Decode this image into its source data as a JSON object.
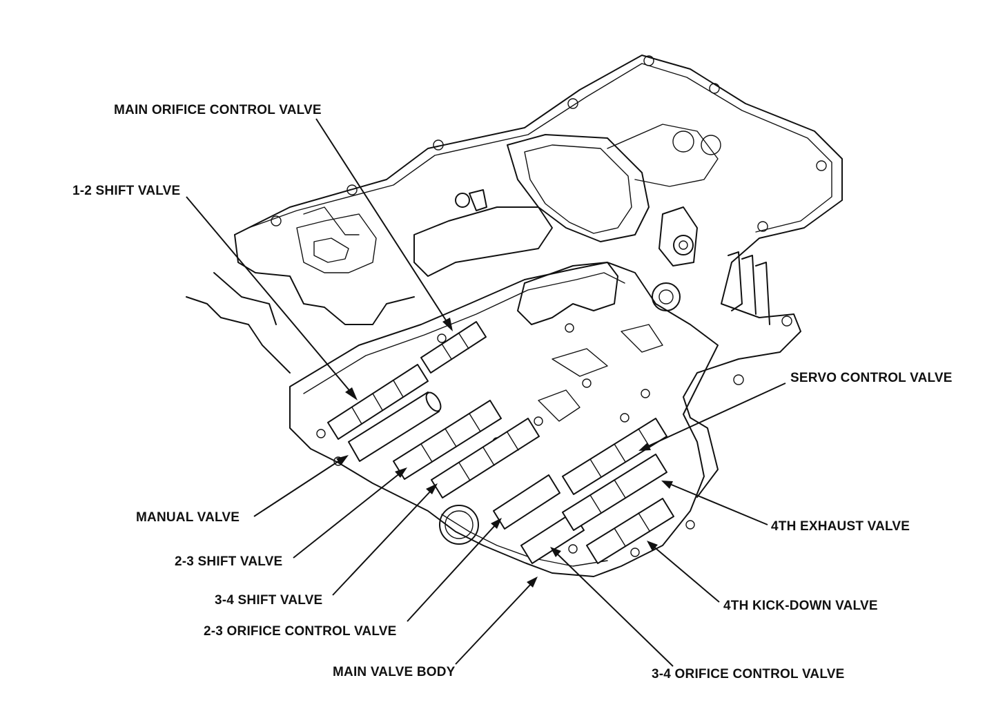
{
  "labels": {
    "main_orifice_control_valve": "MAIN ORIFICE CONTROL VALVE",
    "shift_valve_1_2": "1-2 SHIFT VALVE",
    "manual_valve": "MANUAL VALVE",
    "shift_valve_2_3": "2-3 SHIFT VALVE",
    "shift_valve_3_4": "3-4 SHIFT VALVE",
    "orifice_control_valve_2_3": "2-3 ORIFICE CONTROL VALVE",
    "main_valve_body": "MAIN VALVE BODY",
    "servo_control_valve": "SERVO CONTROL VALVE",
    "exhaust_valve_4th": "4TH EXHAUST VALVE",
    "kick_down_valve_4th": "4TH KICK-DOWN VALVE",
    "orifice_control_valve_3_4": "3-4 ORIFICE CONTROL VALVE"
  },
  "colors": {
    "line": "#111111",
    "background": "#ffffff"
  }
}
